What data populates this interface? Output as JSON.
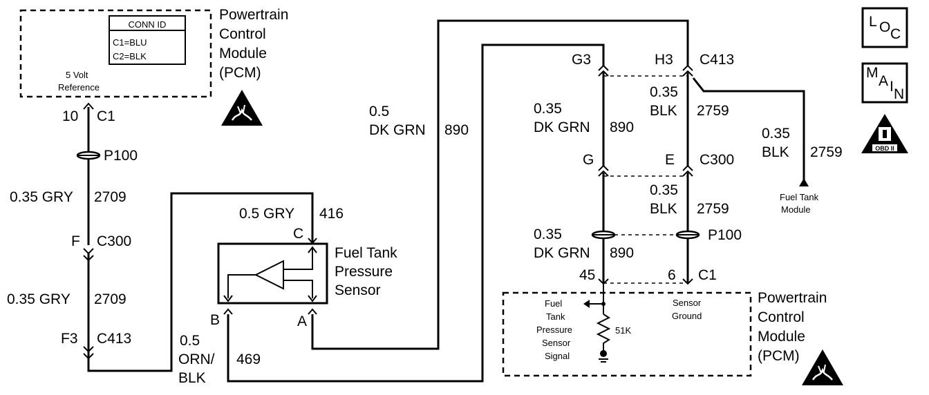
{
  "top_pcm": {
    "conn_id_title": "CONN ID",
    "conn_c1": "C1=BLU",
    "conn_c2": "C2=BLK",
    "five_volt_line1": "5 Volt",
    "five_volt_line2": "Reference",
    "label_line1": "Powertrain",
    "label_line2": "Control",
    "label_line3": "Module",
    "label_line4": "(PCM)"
  },
  "left_circuit": {
    "pin_10": "10",
    "conn_c1": "C1",
    "splice_p100": "P100",
    "wire1_spec": "0.35 GRY",
    "wire1_circuit": "2709",
    "pin_f": "F",
    "conn_c300": "C300",
    "wire2_spec": "0.35 GRY",
    "wire2_circuit": "2709",
    "pin_f3": "F3",
    "conn_c413": "C413"
  },
  "sensor": {
    "wire_c_spec": "0.5 GRY",
    "wire_c_circuit": "416",
    "pin_c": "C",
    "pin_b": "B",
    "pin_a": "A",
    "label_line1": "Fuel Tank",
    "label_line2": "Pressure",
    "label_line3": "Sensor",
    "wire_b_size": "0.5",
    "wire_b_color1": "ORN/",
    "wire_b_color2": "BLK",
    "wire_b_circuit": "469"
  },
  "mid_circuit": {
    "wire_size": "0.5",
    "wire_color": "DK GRN",
    "wire_circuit": "890",
    "pin_g3": "G3",
    "pin_h3": "H3",
    "conn_c413": "C413",
    "dkgrn1_size": "0.35",
    "dkgrn1_color": "DK GRN",
    "dkgrn1_circuit": "890",
    "blk1_size": "0.35",
    "blk1_color": "BLK",
    "blk1_circuit": "2759",
    "pin_g": "G",
    "pin_e": "E",
    "conn_c300": "C300",
    "blk2_size": "0.35",
    "blk2_color": "BLK",
    "blk2_circuit": "2759",
    "dkgrn2_size": "0.35",
    "dkgrn2_color": "DK GRN",
    "dkgrn2_circuit": "890",
    "splice_p100": "P100",
    "pin_45": "45",
    "pin_6": "6",
    "conn_c1": "C1"
  },
  "right_branch": {
    "wire_size": "0.35",
    "wire_color": "BLK",
    "wire_circuit": "2759",
    "ground_line1": "Fuel Tank",
    "ground_line2": "Module"
  },
  "bottom_pcm": {
    "signal_line1": "Fuel",
    "signal_line2": "Tank",
    "signal_line3": "Pressure",
    "signal_line4": "Sensor",
    "signal_line5": "Signal",
    "resistor": "51K",
    "ground_line1": "Sensor",
    "ground_line2": "Ground",
    "label_line1": "Powertrain",
    "label_line2": "Control",
    "label_line3": "Module",
    "label_line4": "(PCM)"
  },
  "side_icons": {
    "loc_l": "L",
    "loc_o": "O",
    "loc_c": "C",
    "main_m": "M",
    "main_a": "A",
    "main_i": "I",
    "main_n": "N",
    "obd_label": "OBD II",
    "obd_icon": "obd-ii-triangle-icon",
    "esd_icon": "esd-sensitive-warning-icon"
  }
}
